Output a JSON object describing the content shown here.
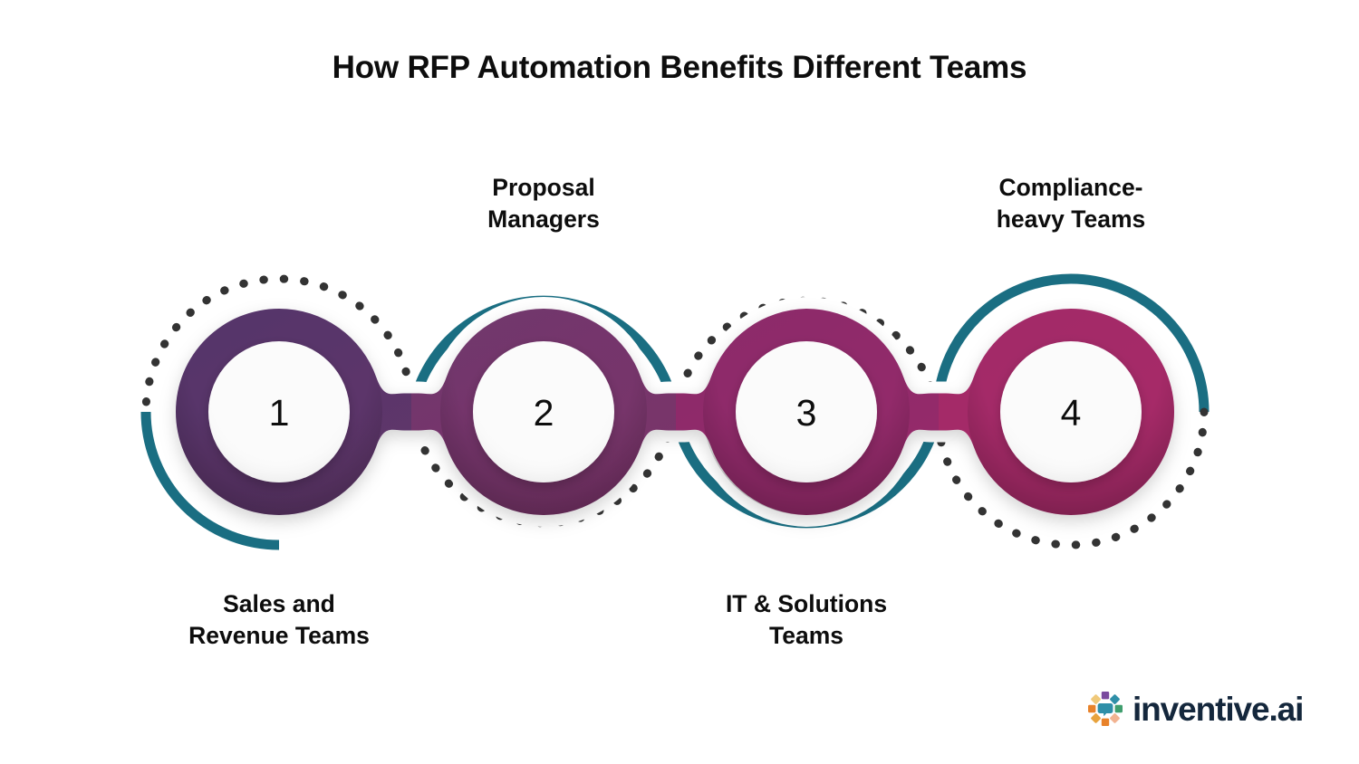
{
  "title": "How RFP Automation Benefits Different Teams",
  "steps": [
    {
      "number": "1",
      "label": "Sales and\nRevenue Teams",
      "position": "below",
      "fill_start": "#55346a",
      "fill_end": "#6b3a6d"
    },
    {
      "number": "2",
      "label": "Proposal\nManagers",
      "position": "above",
      "fill_start": "#6b3a6d",
      "fill_end": "#81306a"
    },
    {
      "number": "3",
      "label": "IT & Solutions\nTeams",
      "position": "below",
      "fill_start": "#81306a",
      "fill_end": "#97296a"
    },
    {
      "number": "4",
      "label": "Compliance-\nheavy Teams",
      "position": "above",
      "fill_start": "#97296a",
      "fill_end": "#a62a68"
    }
  ],
  "brand": {
    "name": "inventive.ai",
    "logo_mark": "pinwheel-icon",
    "text_color": "#14273c",
    "mark_colors": [
      "#e8822a",
      "#7a4a9e",
      "#2f8fa8",
      "#3f9e6e",
      "#f2b391",
      "#e8a33d",
      "#8d6fc0",
      "#f0c97a"
    ]
  },
  "colors": {
    "background": "#ffffff",
    "accent_teal": "#1a6e82",
    "dotted_arc": "#333333",
    "text": "#0d0d0d",
    "inner_circle": "#fbfbfb"
  },
  "decoration": {
    "teal_arc_label": "solid-teal-arc",
    "dotted_arc_label": "dotted-arc"
  }
}
